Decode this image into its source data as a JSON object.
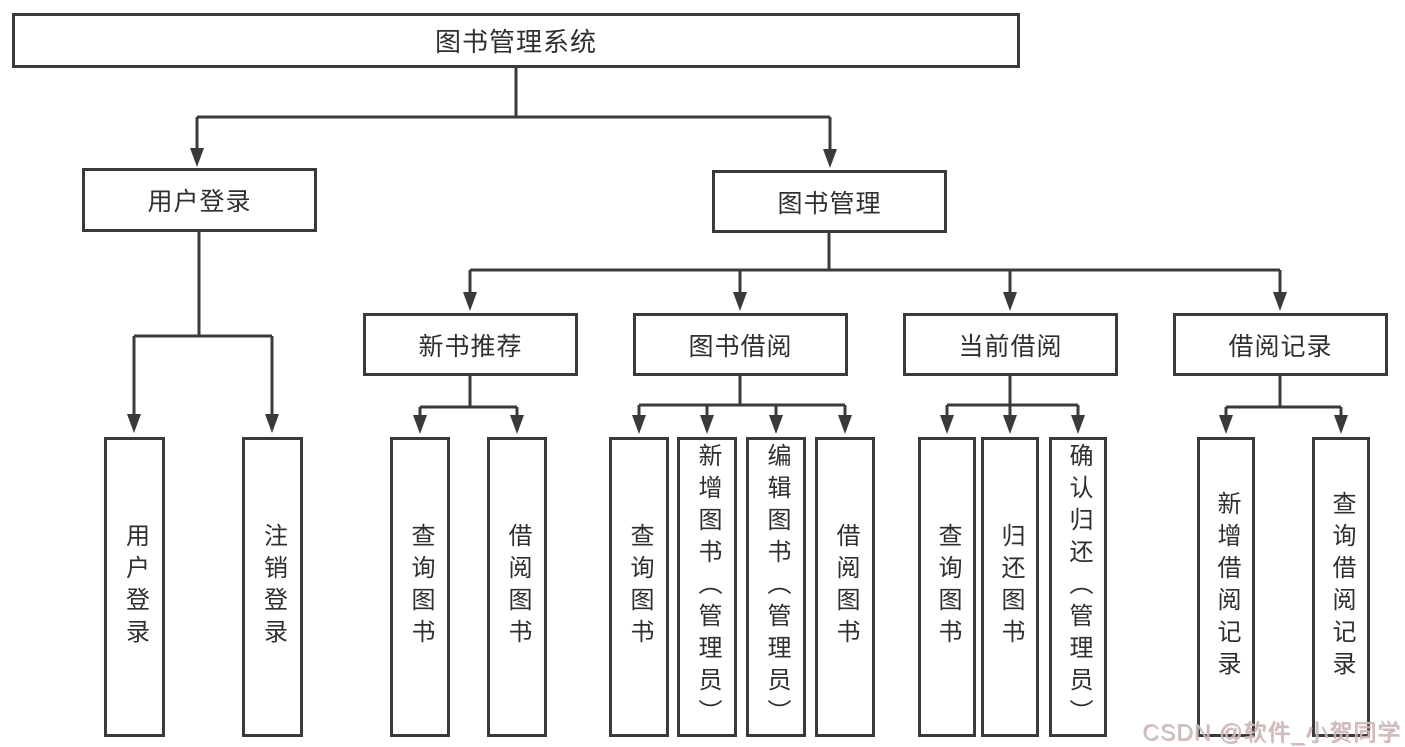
{
  "colors": {
    "line": "#3a3a3a",
    "text": "#2f2f2f",
    "bg": "#ffffff",
    "wm": "#bdbdbd",
    "wm_shadow": "#e7a9a9"
  },
  "tree": {
    "label": "图书管理系统",
    "children": [
      {
        "label": "用户登录",
        "children": [
          {
            "label": "用户登录"
          },
          {
            "label": "注销登录"
          }
        ]
      },
      {
        "label": "图书管理",
        "children": [
          {
            "label": "新书推荐",
            "children": [
              {
                "label": "查询图书"
              },
              {
                "label": "借阅图书"
              }
            ]
          },
          {
            "label": "图书借阅",
            "children": [
              {
                "label": "查询图书"
              },
              {
                "label": "新增图书（管理员）"
              },
              {
                "label": "编辑图书（管理员）"
              },
              {
                "label": "借阅图书"
              }
            ]
          },
          {
            "label": "当前借阅",
            "children": [
              {
                "label": "查询图书"
              },
              {
                "label": "归还图书"
              },
              {
                "label": "确认归还（管理员）"
              }
            ]
          },
          {
            "label": "借阅记录",
            "children": [
              {
                "label": "新增借阅记录"
              },
              {
                "label": "查询借阅记录"
              }
            ]
          }
        ]
      }
    ]
  },
  "watermark": {
    "text": "CSDN @软件_小贺同学"
  }
}
